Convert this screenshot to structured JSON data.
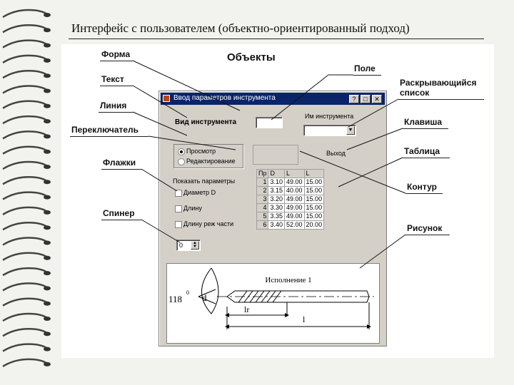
{
  "slide": {
    "title": "Интерфейс с пользователем (объектно-ориентированный подход)",
    "heading": "Объекты"
  },
  "labels": {
    "forma": "Форма",
    "tekst": "Текст",
    "liniya": "Линия",
    "pereklyuchatel": "Переключатель",
    "flazhki": "Флажки",
    "spiner": "Спинер",
    "pole": "Поле",
    "raskryvayushchiysya_1": "Раскрывающийся",
    "raskryvayushchiysya_2": "список",
    "klavisha": "Клавиша",
    "tablitsa": "Таблица",
    "kontur": "Контур",
    "risunok": "Рисунок"
  },
  "window": {
    "title": "Ввод параметров инструмента",
    "tool_type_label": "Вид инструмента",
    "tool_type_value": "",
    "tool_name_label": "Им инструмента",
    "tool_name_value": "",
    "radios": [
      {
        "label": "Просмотр",
        "selected": true
      },
      {
        "label": "Редактирование",
        "selected": false
      }
    ],
    "exit_button": "Выход",
    "show_params_label": "Показать параметры",
    "checkboxes": [
      {
        "label": "Диаметр D",
        "checked": false
      },
      {
        "label": "Длину",
        "checked": false
      },
      {
        "label": "Длину реж части",
        "checked": false
      }
    ],
    "spinner_value": "0",
    "table": {
      "headers": [
        "Пр",
        "D",
        "L",
        "L"
      ],
      "rows": [
        [
          "1",
          "3.10",
          "49.00",
          "15.00"
        ],
        [
          "2",
          "3.15",
          "40.00",
          "15.00"
        ],
        [
          "3",
          "3.20",
          "49.00",
          "15.00"
        ],
        [
          "4",
          "3.30",
          "49.00",
          "15.00"
        ],
        [
          "5",
          "3.35",
          "49.00",
          "15.00"
        ],
        [
          "6",
          "3.40",
          "52.00",
          "20.00"
        ]
      ]
    },
    "drawing": {
      "caption": "Исполнение 1",
      "angle": "118",
      "degree": "0",
      "d": "d",
      "lr": "lr",
      "l": "l"
    }
  },
  "colors": {
    "titlebar": "#0a246a",
    "window_bg": "#d4d0c8",
    "page_bg": "#f2f2ee"
  },
  "icons": [
    "spiral-binding-icon",
    "window-app-icon",
    "help-icon",
    "maximize-icon",
    "close-icon",
    "dropdown-arrow-icon",
    "spinner-arrows-icon"
  ]
}
